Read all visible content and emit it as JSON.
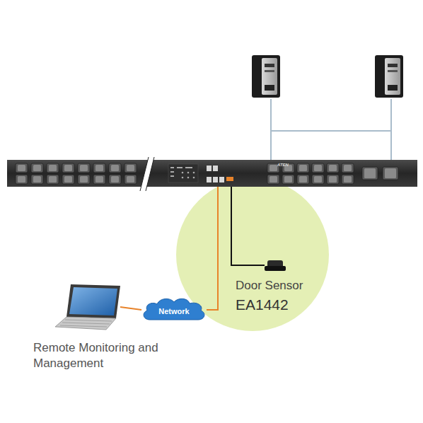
{
  "diagram": {
    "nodes": [
      {
        "text": [
          "ATEN"
        ]
      },
      {
        "text": [
          "Door Sensor",
          "EA1442"
        ]
      },
      {
        "text": [
          "Network"
        ]
      },
      {
        "text": [
          "Remote Monitoring and Management"
        ]
      }
    ],
    "edges": [
      {
        "from": 0,
        "to": 2,
        "arrow": "none"
      },
      {
        "from": 2,
        "to": 3,
        "arrow": "none"
      },
      {
        "from": 0,
        "to": 1,
        "arrow": "none"
      }
    ]
  }
}
